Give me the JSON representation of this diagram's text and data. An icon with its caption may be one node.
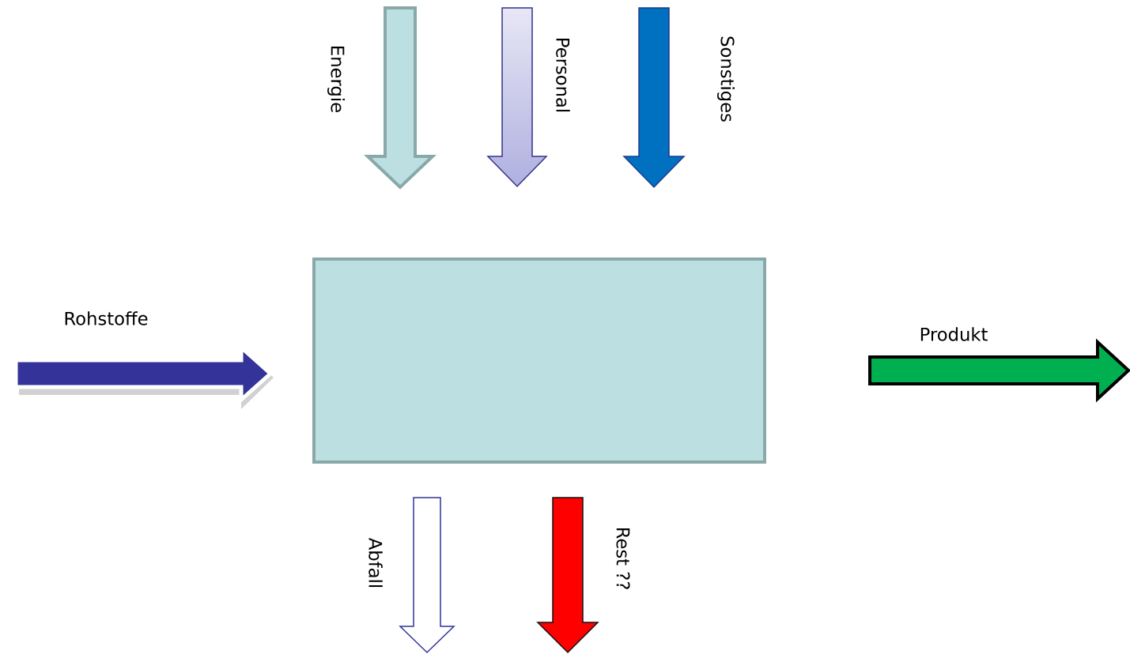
{
  "diagram": {
    "nodes": [
      {
        "text": [],
        "shape": "box"
      },
      {
        "text": [],
        "shape": "arrow",
        "beside": [
          "Energie"
        ]
      },
      {
        "text": [],
        "shape": "arrow",
        "beside": [
          "Personal"
        ]
      },
      {
        "text": [],
        "shape": "arrow",
        "beside": [
          "Sonstiges"
        ]
      },
      {
        "text": [],
        "shape": "arrow",
        "beside": [
          "Rohstoffe"
        ]
      },
      {
        "text": [],
        "shape": "arrow",
        "beside": [
          "Produkt"
        ]
      },
      {
        "text": [],
        "shape": "arrow",
        "beside": [
          "Abfall"
        ]
      },
      {
        "text": [],
        "shape": "arrow",
        "beside": [
          "Rest ??"
        ]
      }
    ]
  }
}
